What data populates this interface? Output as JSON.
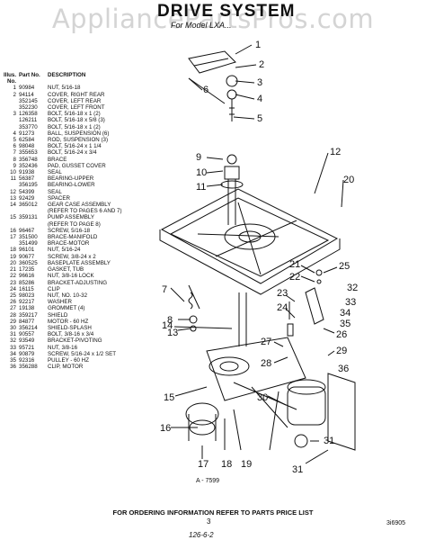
{
  "watermark": "AppliancePartsPros.com",
  "title": "DRIVE SYSTEM",
  "subtitle": "For Model LXA...",
  "parts_header": {
    "illus_no": "Illus. No.",
    "part_no": "Part No.",
    "description": "DESCRIPTION"
  },
  "parts": [
    {
      "n": "1",
      "p": "90984",
      "d": "NUT, 5/16-18"
    },
    {
      "n": "2",
      "p": "94114",
      "d": "COVER, RIGHT REAR"
    },
    {
      "n": "",
      "p": "352145",
      "d": "COVER, LEFT REAR"
    },
    {
      "n": "",
      "p": "352230",
      "d": "COVER, LEFT FRONT"
    },
    {
      "n": "3",
      "p": "126358",
      "d": "BOLT, 5/16-18 x 1 (2)"
    },
    {
      "n": "",
      "p": "126211",
      "d": "BOLT, 5/16-18 x 5/8 (3)"
    },
    {
      "n": "",
      "p": "353770",
      "d": "BOLT, 5/16-18 x 1 (2)"
    },
    {
      "n": "4",
      "p": "91273",
      "d": "BALL, SUSPENSION (6)"
    },
    {
      "n": "5",
      "p": "62584",
      "d": "ROD, SUSPENSION (3)"
    },
    {
      "n": "6",
      "p": "98048",
      "d": "BOLT, 5/16-24 x 1 1/4"
    },
    {
      "n": "7",
      "p": "355653",
      "d": "BOLT, 5/16-24 x 3/4"
    },
    {
      "n": "8",
      "p": "356748",
      "d": "BRACE"
    },
    {
      "n": "9",
      "p": "352436",
      "d": "PAD, GUSSET COVER"
    },
    {
      "n": "10",
      "p": "91938",
      "d": "SEAL"
    },
    {
      "n": "11",
      "p": "56387",
      "d": "BEARING-UPPER"
    },
    {
      "n": "",
      "p": "356195",
      "d": "BEARING-LOWER"
    },
    {
      "n": "12",
      "p": "54399",
      "d": "SEAL"
    },
    {
      "n": "13",
      "p": "92429",
      "d": "SPACER"
    },
    {
      "n": "14",
      "p": "365012",
      "d": "GEAR CASE ASSEMBLY"
    },
    {
      "n": "",
      "p": "",
      "d": "(REFER TO PAGES 6 AND 7)"
    },
    {
      "n": "15",
      "p": "359131",
      "d": "PUMP ASSEMBLY"
    },
    {
      "n": "",
      "p": "",
      "d": "(REFER TO PAGE 8)"
    },
    {
      "n": "16",
      "p": "96467",
      "d": "SCREW, 5/16-18"
    },
    {
      "n": "17",
      "p": "351500",
      "d": "BRACE-MANIFOLD"
    },
    {
      "n": "",
      "p": "351499",
      "d": "BRACE-MOTOR"
    },
    {
      "n": "18",
      "p": "96101",
      "d": "NUT, 5/16-24"
    },
    {
      "n": "19",
      "p": "90677",
      "d": "SCREW, 3/8-24 x 2"
    },
    {
      "n": "20",
      "p": "360525",
      "d": "BASEPLATE ASSEMBLY"
    },
    {
      "n": "21",
      "p": "17235",
      "d": "GASKET, TUB"
    },
    {
      "n": "22",
      "p": "96616",
      "d": "NUT, 3/8-16 LOCK"
    },
    {
      "n": "23",
      "p": "85286",
      "d": "BRACKET-ADJUSTING"
    },
    {
      "n": "24",
      "p": "16115",
      "d": "CLIP"
    },
    {
      "n": "25",
      "p": "98023",
      "d": "NUT, NO. 10-32"
    },
    {
      "n": "26",
      "p": "92217",
      "d": "WASHER"
    },
    {
      "n": "27",
      "p": "19138",
      "d": "GROMMET (4)"
    },
    {
      "n": "28",
      "p": "359217",
      "d": "SHIELD"
    },
    {
      "n": "29",
      "p": "84877",
      "d": "MOTOR - 60 HZ"
    },
    {
      "n": "30",
      "p": "356214",
      "d": "SHIELD-SPLASH"
    },
    {
      "n": "31",
      "p": "90557",
      "d": "BOLT, 3/8-16 x 3/4"
    },
    {
      "n": "32",
      "p": "93549",
      "d": "BRACKET-PIVOTING"
    },
    {
      "n": "33",
      "p": "95721",
      "d": "NUT, 3/8-16"
    },
    {
      "n": "34",
      "p": "90879",
      "d": "SCREW, 5/16-24 x 1/2 SET"
    },
    {
      "n": "35",
      "p": "92316",
      "d": "PULLEY - 60 HZ"
    },
    {
      "n": "36",
      "p": "356288",
      "d": "CLIP, MOTOR"
    }
  ],
  "callouts": [
    "1",
    "2",
    "3",
    "4",
    "5",
    "6",
    "9",
    "10",
    "11",
    "12",
    "20",
    "21",
    "22",
    "23",
    "24",
    "25",
    "26",
    "27",
    "28",
    "29",
    "30",
    "31",
    "31",
    "32",
    "33",
    "34",
    "35",
    "36",
    "7",
    "8",
    "13",
    "14",
    "15",
    "16",
    "17",
    "18",
    "19"
  ],
  "figure_id": "A - 7599",
  "footer": "FOR ORDERING INFORMATION REFER TO PARTS PRICE LIST",
  "page_number": "3",
  "doc_number": "3i6905",
  "hand_note": "126-6-2"
}
